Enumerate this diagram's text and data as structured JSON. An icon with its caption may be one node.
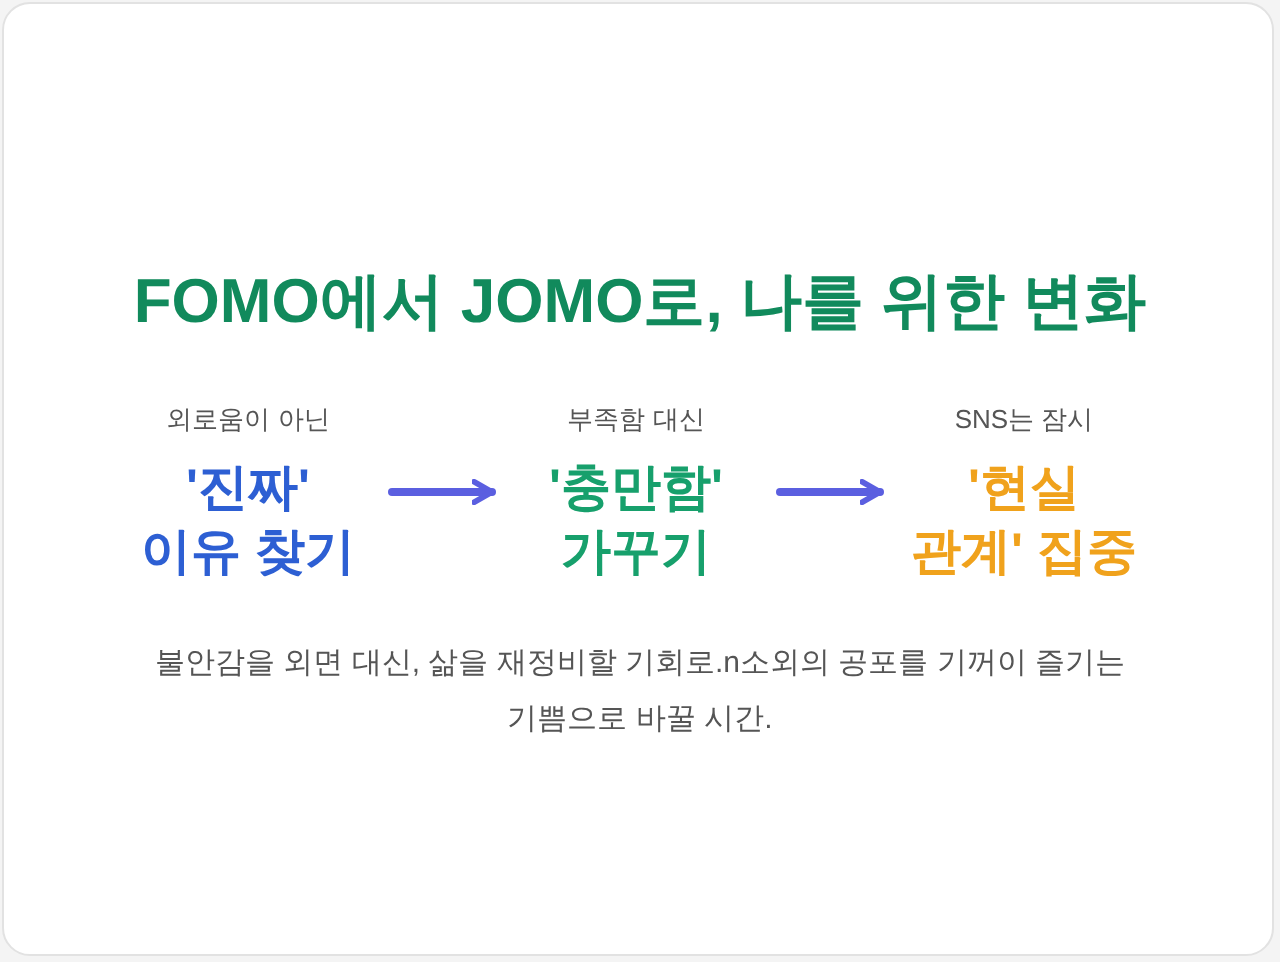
{
  "diagram": {
    "title": "FOMO에서 JOMO로, 나를 위한 변화",
    "nodes": [
      {
        "text": [
          "외로움이 아닌",
          "'진짜' 이유 찾기"
        ]
      },
      {
        "text": [
          "부족함 대신",
          "'충만함' 가꾸기"
        ]
      },
      {
        "text": [
          "SNS는 잠시",
          "'현실 관계' 집중"
        ]
      }
    ],
    "edges": [
      {
        "from": 0,
        "to": 1,
        "arrow": "to"
      },
      {
        "from": 1,
        "to": 2,
        "arrow": "to"
      }
    ],
    "caption": "불안감을 외면 대신, 삶을 재정비할 기회로.n소외의 공포를 기꺼이 즐기는 기쁨으로 바꿀 시간."
  }
}
